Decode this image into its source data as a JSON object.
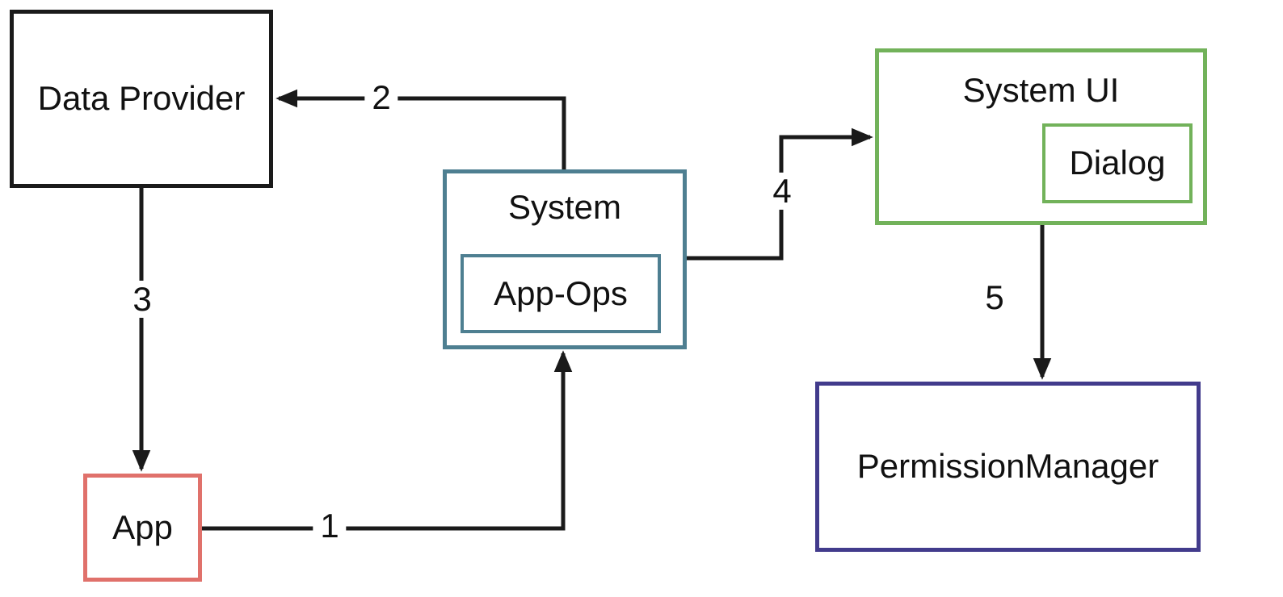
{
  "diagram_type": "flow-diagram",
  "nodes": {
    "data_provider": {
      "label": "Data Provider",
      "border_color": "#1a1a1a"
    },
    "system": {
      "label": "System",
      "border_color": "#4e7f91"
    },
    "app_ops": {
      "label": "App-Ops",
      "border_color": "#4e7f91",
      "parent": "system"
    },
    "system_ui": {
      "label": "System UI",
      "border_color": "#72b25a"
    },
    "dialog": {
      "label": "Dialog",
      "border_color": "#72b25a",
      "parent": "system_ui"
    },
    "app": {
      "label": "App",
      "border_color": "#e0716b"
    },
    "permission_manager": {
      "label": "PermissionManager",
      "border_color": "#423b8c"
    }
  },
  "arrows": {
    "step1": {
      "label": "1",
      "from": "app",
      "to": "system"
    },
    "step2": {
      "label": "2",
      "from": "system",
      "to": "data_provider"
    },
    "step3": {
      "label": "3",
      "from": "data_provider",
      "to": "app"
    },
    "step4": {
      "label": "4",
      "from": "system",
      "to": "system_ui"
    },
    "step5": {
      "label": "5",
      "from": "system_ui",
      "to": "permission_manager"
    }
  },
  "colors": {
    "line": "#1a1a1a",
    "text": "#111111",
    "background": "#ffffff"
  }
}
